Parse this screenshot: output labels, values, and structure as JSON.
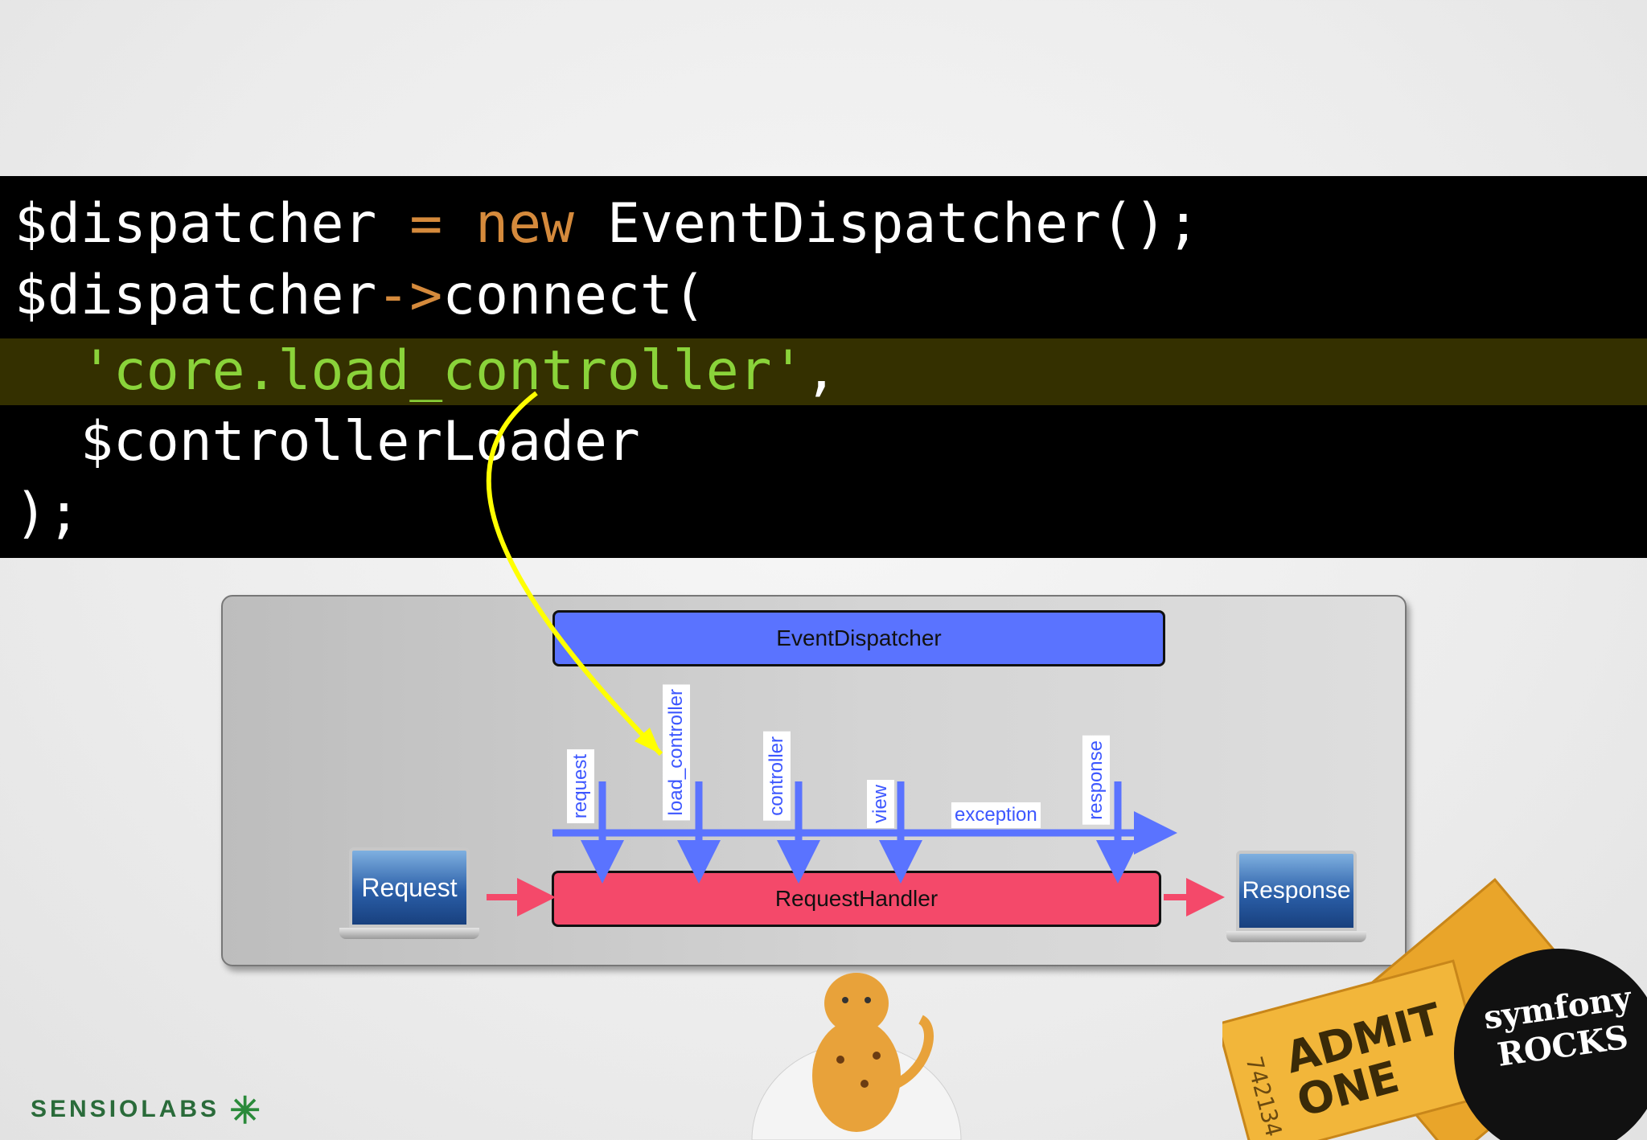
{
  "code": {
    "line1": {
      "var": "$dispatcher",
      "eq": " = ",
      "kw": "new",
      "rest": " EventDispatcher();"
    },
    "line2": {
      "var": "$dispatcher",
      "arrow": "->",
      "rest": "connect("
    },
    "line3": {
      "indent": "  ",
      "str": "'core.load_controller'",
      "rest": ","
    },
    "line4": "  $controllerLoader",
    "line5": ");"
  },
  "diagram": {
    "dispatcher": "EventDispatcher",
    "handler": "RequestHandler",
    "request": "Request",
    "response": "Response",
    "events": [
      "request",
      "load_controller",
      "controller",
      "view",
      "exception",
      "response"
    ]
  },
  "branding": {
    "logo": "SENSIOLABS",
    "stamp": "symfony ROCKS",
    "ticket": "ADMIT ONE",
    "ticket_number": "742134"
  },
  "colors": {
    "dispatcher": "#5a73ff",
    "handler": "#f4496a",
    "event_arrow": "#5a73ff",
    "flow_arrow": "#f4496a",
    "annotation": "#ffff00",
    "highlight": "#343000",
    "string": "#8ad33a",
    "keyword": "#d58a3c"
  }
}
